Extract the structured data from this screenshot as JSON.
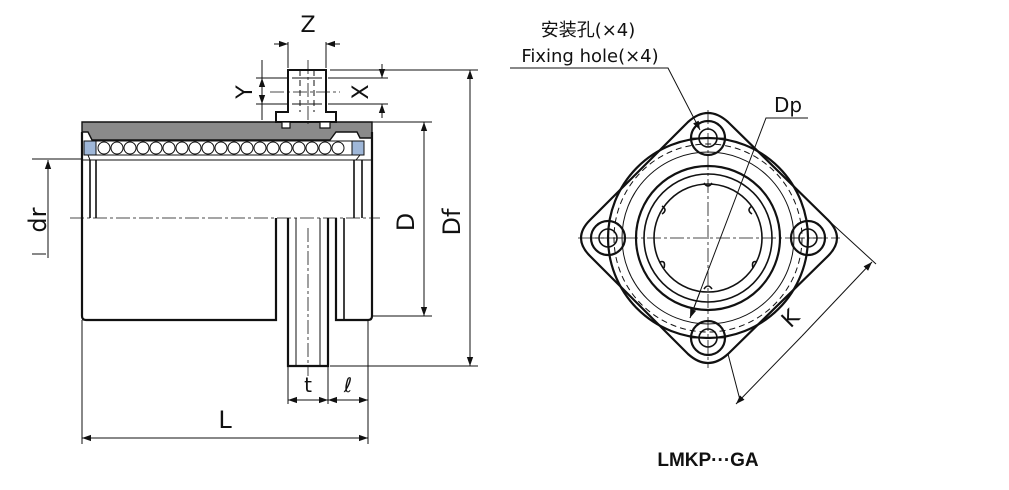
{
  "side_view": {
    "labels": {
      "z": "Z",
      "y": "Y",
      "x": "X",
      "dr": "dr",
      "d": "D",
      "df": "Df",
      "t": "t",
      "l_small": "ℓ",
      "l": "L"
    }
  },
  "front_view": {
    "fixing_hole_cn": "安装孔(×4)",
    "fixing_hole_en": "Fixing hole(×4)",
    "dp": "Dp",
    "k": "K"
  },
  "model_label": "LMKP···GA",
  "colors": {
    "line": "#111111",
    "body_fill": "#8a8a8a",
    "seal_fill": "#9fb7d8",
    "background": "#ffffff"
  }
}
